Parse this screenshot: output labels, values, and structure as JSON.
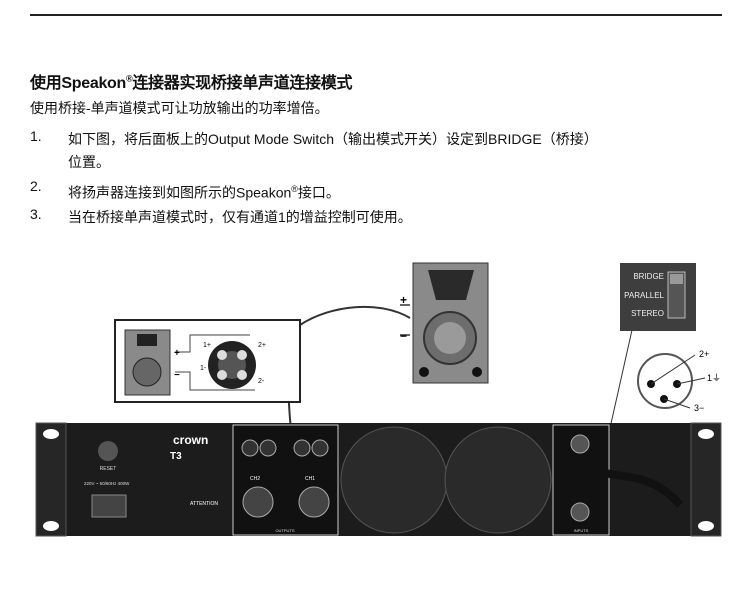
{
  "heading": {
    "pre": "使用Speakon",
    "reg": "®",
    "post": "连接器实现桥接单声道连接模式"
  },
  "intro": "使用桥接-单声道模式可让功放输出的功率增倍。",
  "steps": [
    {
      "num": "1.",
      "line1": "如下图，将后面板上的Output Mode Switch（输出模式开关）设定到BRIDGE（桥接）",
      "line2": "位置。"
    },
    {
      "num": "2.",
      "pre": "将扬声器连接到如图所示的Speakon",
      "reg": "®",
      "post": "接口。"
    },
    {
      "num": "3.",
      "text": "当在桥接单声道模式时，仅有通道1的增益控制可使用。"
    }
  ],
  "diagram": {
    "switch_labels": [
      "BRIDGE",
      "PARALLEL",
      "STEREO"
    ],
    "xlr_pins": [
      "2+",
      "1⏚",
      "3−"
    ],
    "speaker_polarity": [
      "+",
      "−"
    ],
    "inset_pins": [
      "1+",
      "1-",
      "2+",
      "2-"
    ],
    "amp": {
      "brand": "crown",
      "model": "T3",
      "reset": "RESET",
      "power": "220V ~ 50/60Hz 400W",
      "attention": "ATTENTION",
      "ch2": "CH2",
      "ch1": "CH1",
      "outputs": "OUTPUTS",
      "inputs": "INPUTS"
    }
  }
}
